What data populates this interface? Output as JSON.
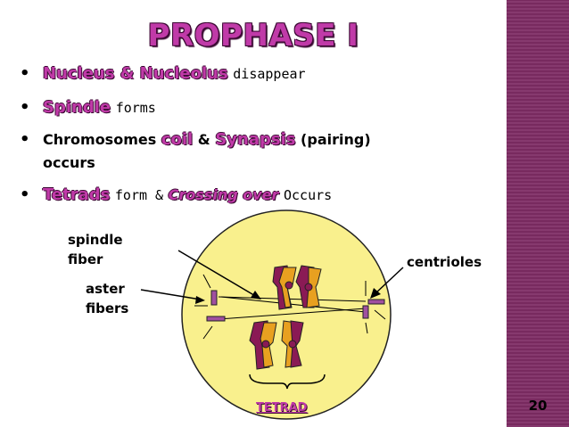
{
  "slide": {
    "title": "PROPHASE I",
    "number": "20",
    "accent_color": "#c03aa8",
    "sidebar_color": "#7f2d65",
    "cell_fill": "#f9f08d"
  },
  "bullets": {
    "b1": {
      "highlight": "Nucleus & Nucleolus",
      "text": "disappear"
    },
    "b2": {
      "highlight": "Spindle",
      "text": "forms"
    },
    "b3": {
      "pre": "Chromosomes",
      "highlight1": "coil",
      "mid": "&",
      "highlight2": "Synapsis",
      "post": "(pairing)",
      "line2": "occurs"
    },
    "b4": {
      "highlight1": "Tetrads",
      "mid": "form &",
      "highlight2": "Crossing over",
      "post": "Occurs"
    }
  },
  "diagram": {
    "spindle_label_1": "spindle",
    "spindle_label_2": "fiber",
    "aster_label_1": "aster",
    "aster_label_2": "fibers",
    "centrioles_label": "centrioles",
    "tetrad_label": "TETRAD"
  }
}
